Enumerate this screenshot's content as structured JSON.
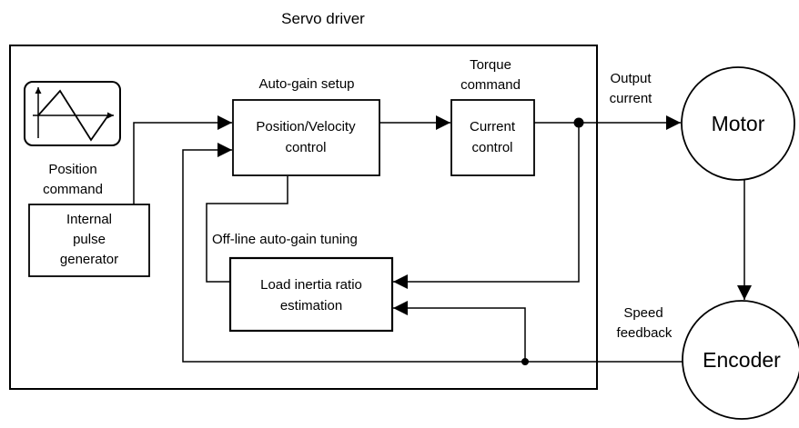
{
  "title": "Servo driver",
  "blocks": {
    "position_velocity": [
      "Position/Velocity",
      "control"
    ],
    "current_control": [
      "Current",
      "control"
    ],
    "pulse_generator": [
      "Internal",
      "pulse",
      "generator"
    ],
    "load_inertia": [
      "Load inertia ratio",
      "estimation"
    ],
    "motor": "Motor",
    "encoder": "Encoder"
  },
  "labels": {
    "auto_gain_setup": "Auto-gain setup",
    "torque_command": [
      "Torque",
      "command"
    ],
    "output_current": [
      "Output",
      "current"
    ],
    "position_command": [
      "Position",
      "command"
    ],
    "offline_tuning": "Off-line auto-gain tuning",
    "speed_feedback": [
      "Speed",
      "feedback"
    ]
  }
}
